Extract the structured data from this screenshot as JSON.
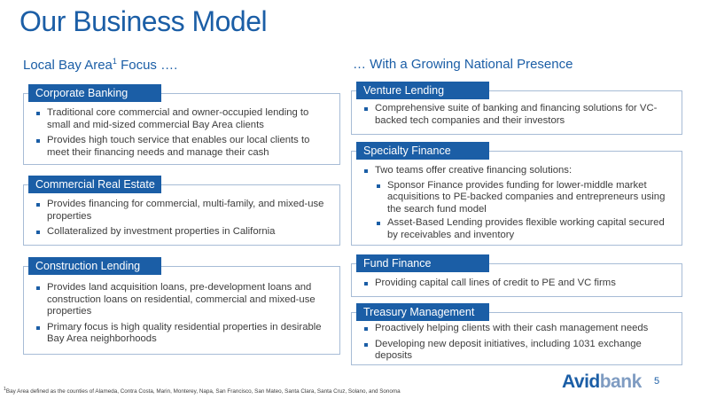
{
  "title": "Our Business Model",
  "left_heading": {
    "text": "Local Bay Area",
    "sup": "1",
    "suffix": " Focus …."
  },
  "right_heading": "… With a Growing National Presence",
  "sections": {
    "corporate_banking": {
      "label": "Corporate Banking",
      "bullets": [
        "Traditional core commercial and owner-occupied lending to small and mid-sized commercial Bay Area clients",
        "Provides high touch service that enables our local clients to meet their financing needs and manage their cash"
      ]
    },
    "commercial_real_estate": {
      "label": "Commercial Real Estate",
      "bullets": [
        "Provides financing for commercial, multi-family, and mixed-use properties",
        "Collateralized by investment properties in California"
      ]
    },
    "construction_lending": {
      "label": "Construction Lending",
      "bullets": [
        "Provides land acquisition loans, pre-development loans and construction loans on residential, commercial and mixed-use properties",
        "Primary focus is high quality residential properties in desirable Bay Area neighborhoods"
      ]
    },
    "venture_lending": {
      "label": "Venture Lending",
      "bullets": [
        "Comprehensive suite of banking and financing solutions for VC-backed tech companies and their investors"
      ]
    },
    "specialty_finance": {
      "label": "Specialty Finance",
      "bullet": "Two teams offer creative financing solutions:",
      "sub_bullets": [
        "Sponsor Finance provides funding for lower-middle market acquisitions to PE-backed companies and entrepreneurs using the search fund model",
        "Asset-Based Lending provides flexible working capital secured by receivables and inventory"
      ]
    },
    "fund_finance": {
      "label": "Fund Finance",
      "bullets": [
        "Providing capital call lines of credit to PE and VC firms"
      ]
    },
    "treasury_management": {
      "label": "Treasury Management",
      "bullets": [
        "Proactively helping clients with their cash management needs",
        "Developing new deposit initiatives, including 1031 exchange deposits"
      ]
    }
  },
  "footnote": {
    "sup": "1",
    "text": "Bay Area defined as the counties of Alameda, Contra Costa, Marin, Monterey, Napa, San Francisco, San Mateo, Santa Clara, Santa Cruz, Solano, and Sonoma"
  },
  "logo": {
    "part1": "Avid",
    "part2": "bank"
  },
  "page_number": "5",
  "colors": {
    "brand_blue": "#1b5ea6",
    "border": "#a7bcd6",
    "logo_light": "#7f9cc2"
  }
}
